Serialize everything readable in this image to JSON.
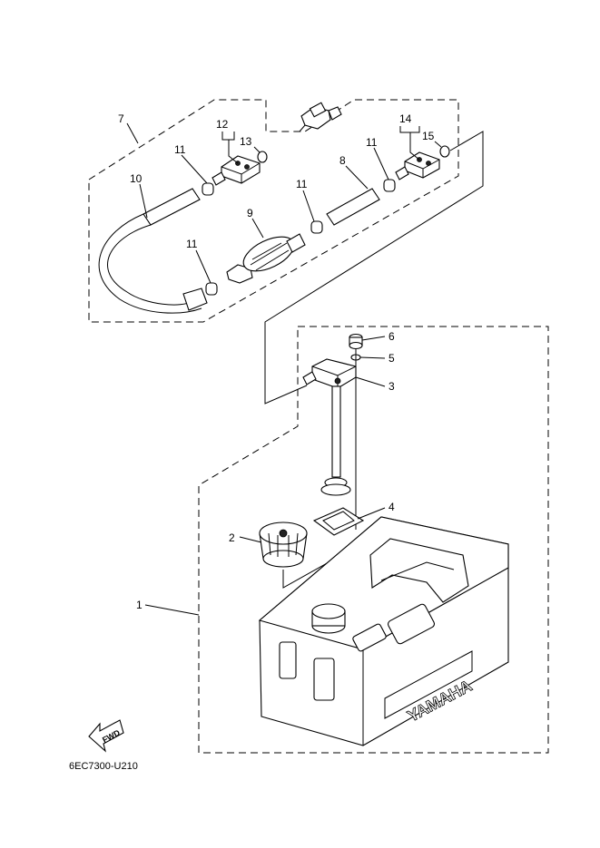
{
  "callouts": {
    "c1": "1",
    "c2": "2",
    "c3": "3",
    "c4": "4",
    "c5": "5",
    "c6": "6",
    "c7": "7",
    "c8": "8",
    "c9": "9",
    "c10": "10",
    "c11a": "11",
    "c11b": "11",
    "c11c": "11",
    "c11d": "11",
    "c12": "12",
    "c13": "13",
    "c14": "14",
    "c15": "15"
  },
  "tank_brand": "YAMAHA",
  "fwd_label": "FWD",
  "diagram_code": "6EC7300-U210"
}
